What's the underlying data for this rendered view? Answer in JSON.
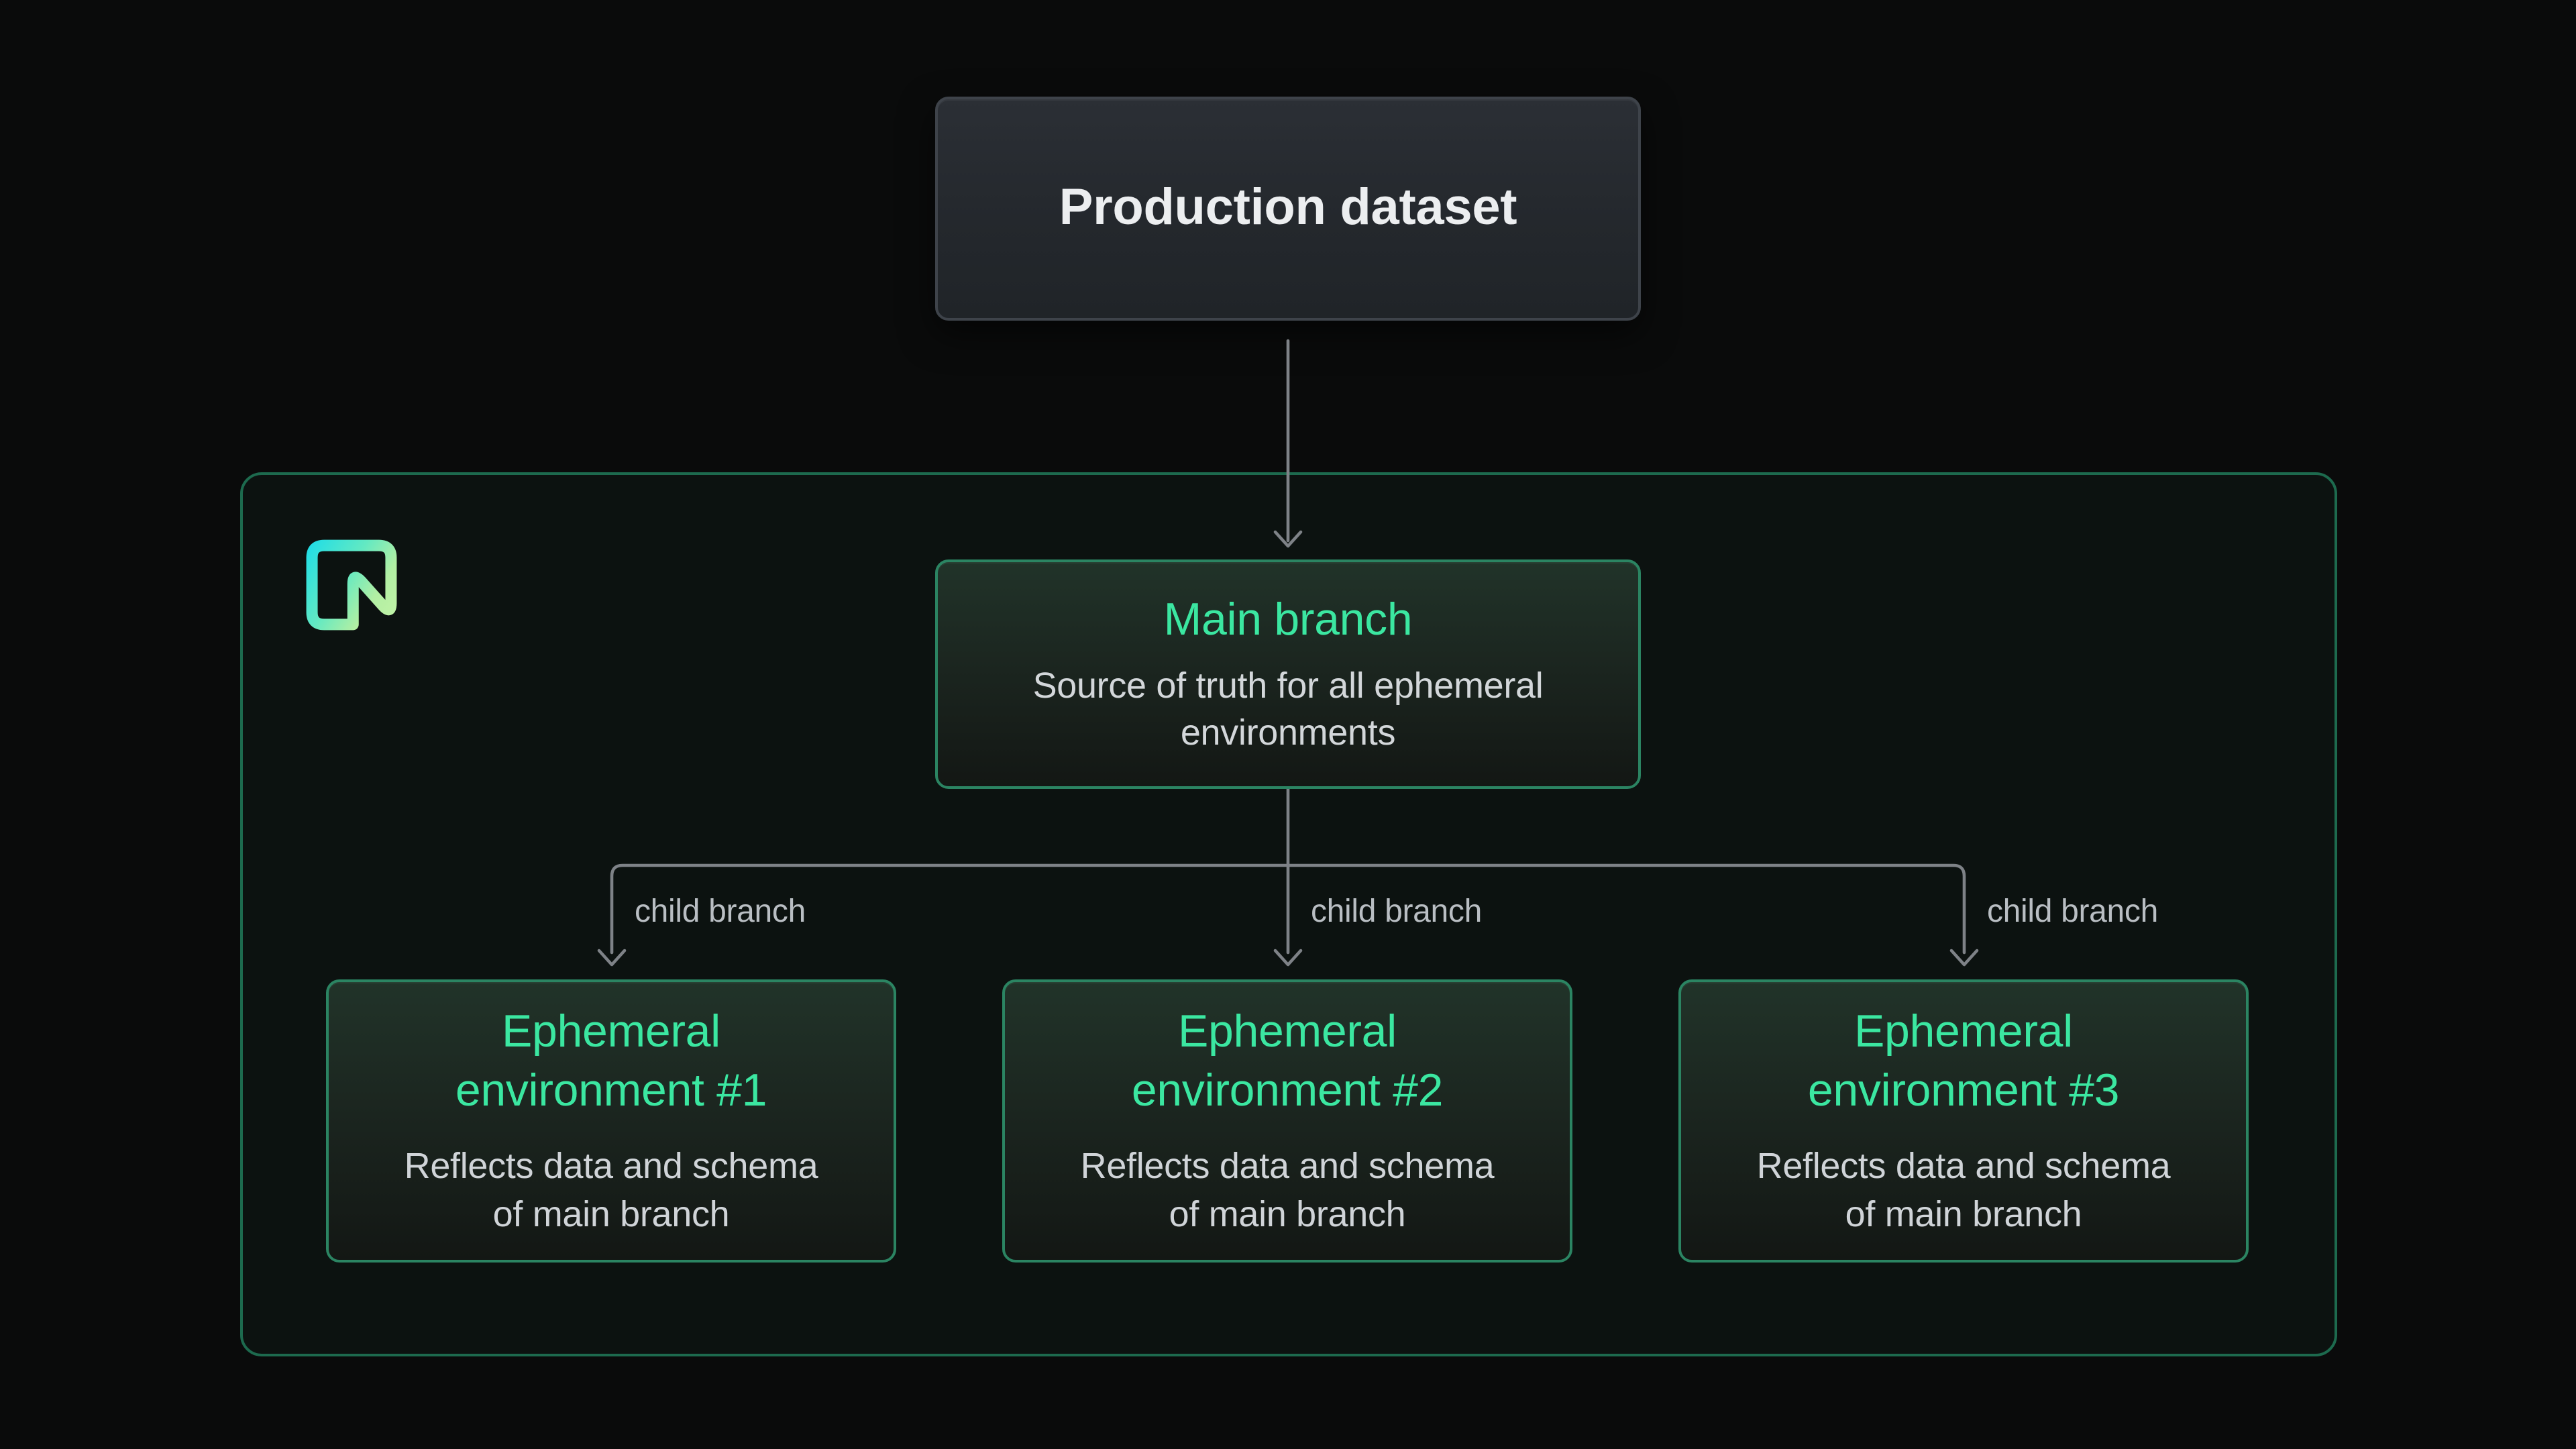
{
  "diagram": {
    "production": {
      "title": "Production dataset"
    },
    "branch_container": {
      "logo": "neon-logo",
      "main": {
        "title": "Main branch",
        "subtitle_lines": [
          "Source of truth for all ephemeral",
          "environments"
        ]
      },
      "environments": [
        {
          "title_lines": [
            "Ephemeral",
            "environment #1"
          ],
          "body_lines": [
            "Reflects data and schema",
            "of main branch"
          ]
        },
        {
          "title_lines": [
            "Ephemeral",
            "environment #2"
          ],
          "body_lines": [
            "Reflects data and schema",
            "of main branch"
          ]
        },
        {
          "title_lines": [
            "Ephemeral",
            "environment #3"
          ],
          "body_lines": [
            "Reflects data and schema",
            "of main branch"
          ]
        }
      ],
      "edge_labels": [
        "child branch",
        "child branch",
        "child branch"
      ]
    },
    "colors": {
      "accent_green": "#3be7a1",
      "node_border_green": "#2b8462",
      "container_border_green": "#1d6a4e",
      "connector_gray": "#7e8287",
      "logo_cyan": "#29dfe2",
      "logo_green": "#b6f0a1"
    }
  }
}
